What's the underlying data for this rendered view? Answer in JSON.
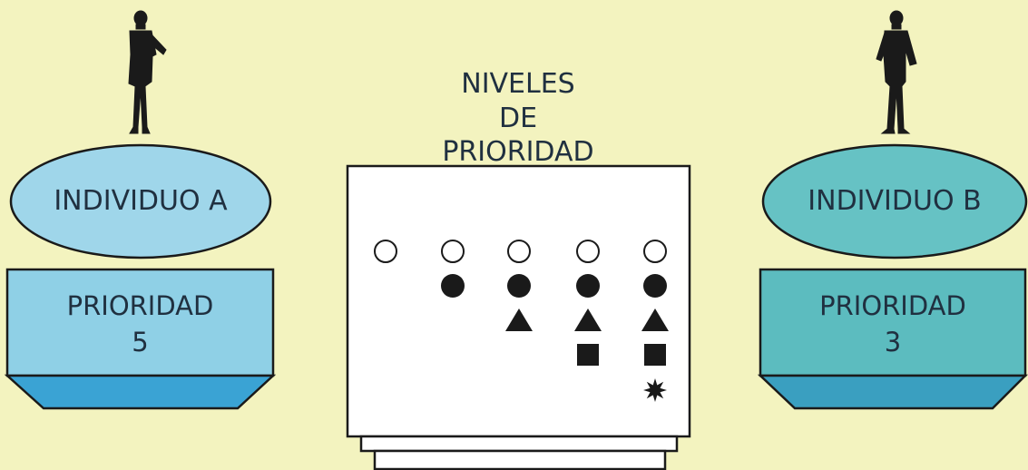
{
  "individual_a": {
    "name": "INDIVIDUO   A",
    "priority_label": "PRIORIDAD",
    "priority_value": "5"
  },
  "individual_b": {
    "name": "INDIVIDUO  B",
    "priority_label": "PRIORIDAD",
    "priority_value": "3"
  },
  "levels": {
    "title_line1": "NIVELES",
    "title_line2": "DE",
    "title_line3": "PRIORIDAD",
    "columns": [
      [
        "open-circle"
      ],
      [
        "open-circle",
        "filled-circle"
      ],
      [
        "open-circle",
        "filled-circle",
        "triangle"
      ],
      [
        "open-circle",
        "filled-circle",
        "triangle",
        "square"
      ],
      [
        "open-circle",
        "filled-circle",
        "triangle",
        "square",
        "star"
      ]
    ]
  },
  "colors": {
    "background": "#f3f3bf",
    "ellipse_a": "#9fd6ea",
    "box_a": "#8fd0e6",
    "tray_a": "#3aa3d4",
    "ellipse_b": "#66c2c4",
    "box_b": "#5cbcbf",
    "tray_b": "#3a9fc0",
    "panel": "#ffffff",
    "ink": "#1a1a1a"
  }
}
